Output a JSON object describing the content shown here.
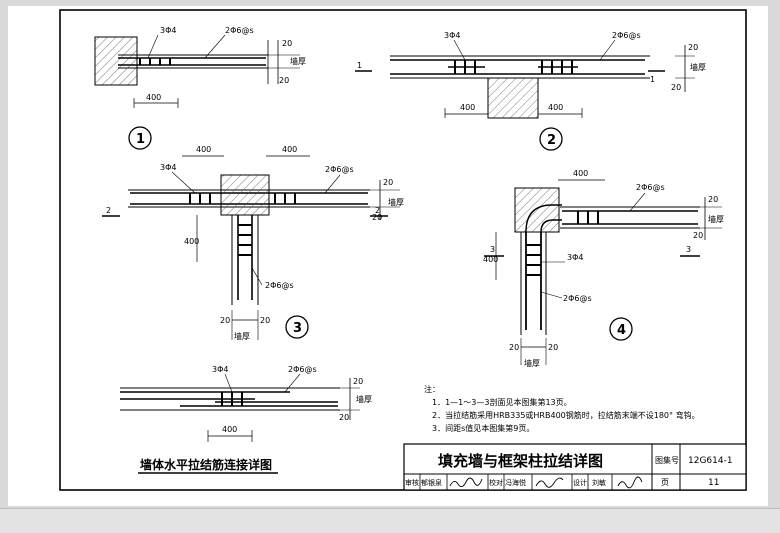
{
  "labels": {
    "bar3": "3Φ4",
    "tie": "2Φ6@s",
    "d400": "400",
    "d20": "20",
    "wall": "墙厚",
    "sec1": "1",
    "sec2": "2",
    "sec3": "3"
  },
  "details": [
    "1",
    "2",
    "3",
    "4"
  ],
  "caption": "墙体水平拉结筋连接详图",
  "notes": {
    "heading": "注：",
    "lines": [
      "1．1—1～3—3剖面见本图集第13页。",
      "2．当拉结筋采用HRB335或HRB400钢筋时，拉结筋末端不设180° 弯钩。",
      "3．间距s值见本图集第9页。"
    ]
  },
  "title_block": {
    "title": "填充墙与框架柱拉结详图",
    "atlas_label": "图集号",
    "atlas_no": "12G614-1",
    "page_label": "页",
    "page_no": "11",
    "review_label": "审核",
    "reviewer": "郁银泉",
    "check_label": "校对",
    "checker": "冯海悦",
    "design_label": "设计",
    "designer": "刘敏"
  }
}
